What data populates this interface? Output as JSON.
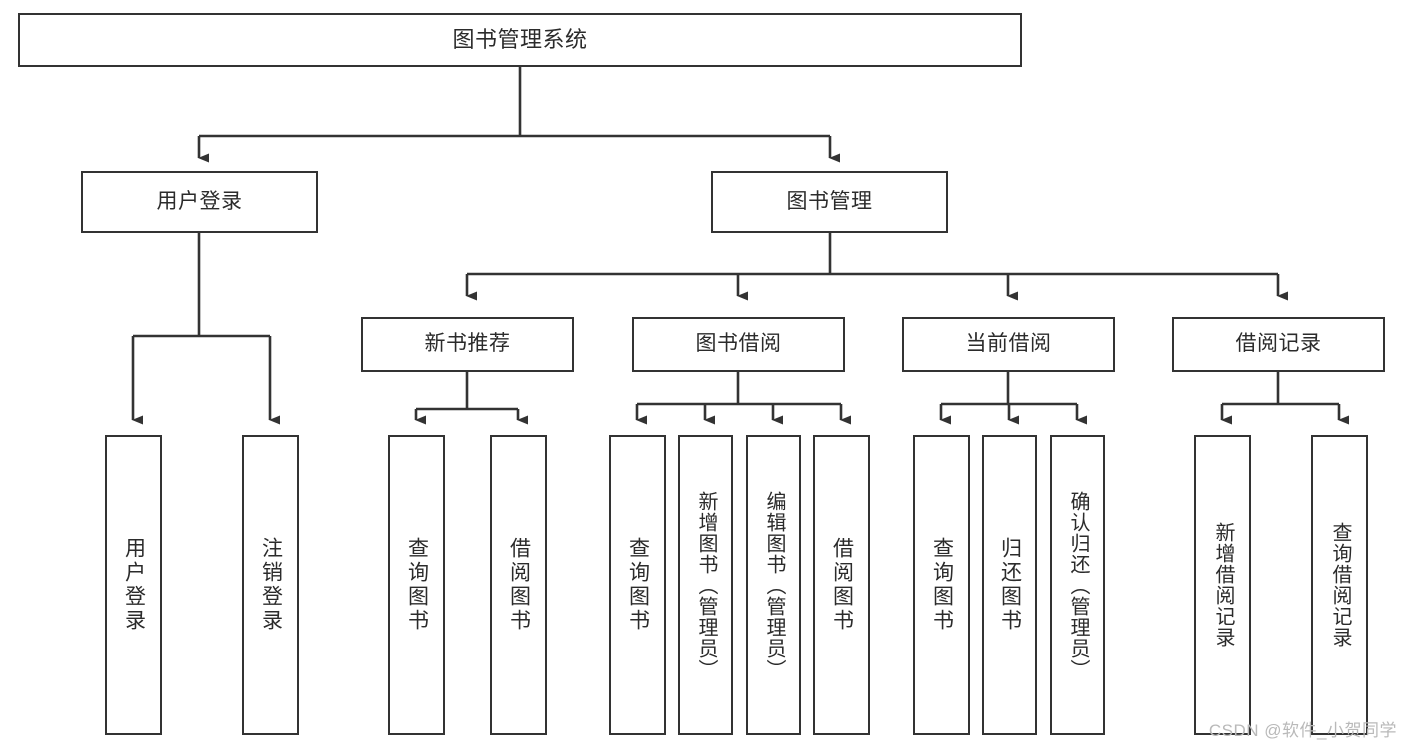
{
  "diagram": {
    "title": "图书管理系统",
    "type": "tree",
    "colors": {
      "background": "#ffffff",
      "node_border": "#333333",
      "node_fill": "#ffffff",
      "text": "#2b2b2b",
      "edge": "#333333",
      "watermark": "#b9b9b9"
    },
    "root": {
      "id": "root",
      "label": "图书管理系统",
      "orientation": "horizontal"
    },
    "level1": [
      {
        "id": "user-login",
        "label": "用户登录",
        "orientation": "horizontal"
      },
      {
        "id": "book-manage",
        "label": "图书管理",
        "orientation": "horizontal"
      }
    ],
    "level2": [
      {
        "id": "new-book-recommend",
        "label": "新书推荐",
        "parent": "book-manage",
        "orientation": "horizontal"
      },
      {
        "id": "book-borrow",
        "label": "图书借阅",
        "parent": "book-manage",
        "orientation": "horizontal"
      },
      {
        "id": "current-borrow",
        "label": "当前借阅",
        "parent": "book-manage",
        "orientation": "horizontal"
      },
      {
        "id": "borrow-record",
        "label": "借阅记录",
        "parent": "book-manage",
        "orientation": "horizontal"
      }
    ],
    "leaves": [
      {
        "id": "leaf-user-login",
        "label": "用户登录",
        "parent": "user-login",
        "orientation": "vertical"
      },
      {
        "id": "leaf-logout-login",
        "label": "注销登录",
        "parent": "user-login",
        "orientation": "vertical"
      },
      {
        "id": "leaf-query-book-1",
        "label": "查询图书",
        "parent": "new-book-recommend",
        "orientation": "vertical"
      },
      {
        "id": "leaf-borrow-book-1",
        "label": "借阅图书",
        "parent": "new-book-recommend",
        "orientation": "vertical"
      },
      {
        "id": "leaf-query-book-2",
        "label": "查询图书",
        "parent": "book-borrow",
        "orientation": "vertical"
      },
      {
        "id": "leaf-add-book",
        "label": "新增图书（管理员）",
        "parent": "book-borrow",
        "orientation": "vertical"
      },
      {
        "id": "leaf-edit-book",
        "label": "编辑图书（管理员）",
        "parent": "book-borrow",
        "orientation": "vertical"
      },
      {
        "id": "leaf-borrow-book-2",
        "label": "借阅图书",
        "parent": "book-borrow",
        "orientation": "vertical"
      },
      {
        "id": "leaf-query-book-3",
        "label": "查询图书",
        "parent": "current-borrow",
        "orientation": "vertical"
      },
      {
        "id": "leaf-return-book",
        "label": "归还图书",
        "parent": "current-borrow",
        "orientation": "vertical"
      },
      {
        "id": "leaf-confirm-return",
        "label": "确认归还（管理员）",
        "parent": "current-borrow",
        "orientation": "vertical"
      },
      {
        "id": "leaf-add-record",
        "label": "新增借阅记录",
        "parent": "borrow-record",
        "orientation": "vertical"
      },
      {
        "id": "leaf-query-record",
        "label": "查询借阅记录",
        "parent": "borrow-record",
        "orientation": "vertical"
      }
    ],
    "watermark": "CSDN @软件_小贺同学"
  }
}
